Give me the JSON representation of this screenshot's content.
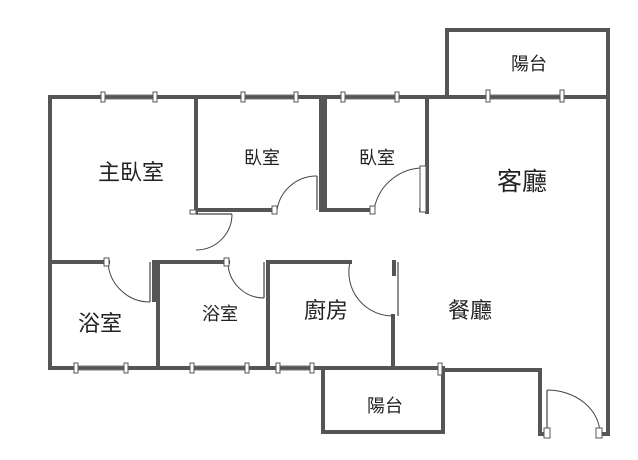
{
  "rooms": {
    "balcony_top": "陽台",
    "master_bedroom": "主臥室",
    "bedroom_1": "臥室",
    "bedroom_2": "臥室",
    "living_room": "客廳",
    "bathroom_1": "浴室",
    "bathroom_2": "浴室",
    "kitchen": "廚房",
    "dining_room": "餐廳",
    "balcony_bottom": "陽台"
  },
  "colors": {
    "wall": "#555555",
    "background": "#ffffff",
    "text": "#222222"
  }
}
